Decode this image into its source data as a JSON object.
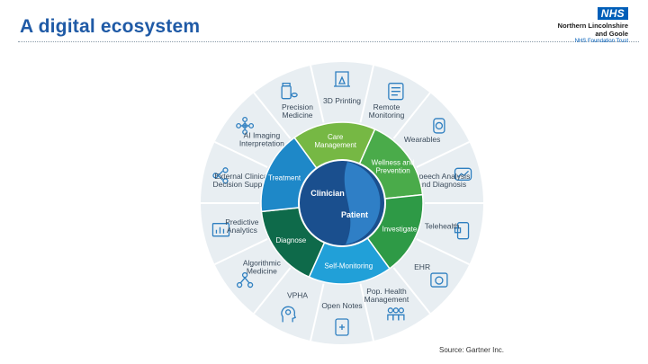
{
  "header": {
    "title": "A digital ecosystem",
    "logo_badge": "NHS",
    "logo_line1": "Northern Lincolnshire",
    "logo_line2": "and Goole",
    "logo_line3": "NHS Foundation Trust"
  },
  "wheel": {
    "outer": [
      {
        "icon": "printer-3d-icon",
        "lines": [
          "3D Printing"
        ]
      },
      {
        "icon": "remote-monitoring-icon",
        "lines": [
          "Remote",
          "Monitoring"
        ]
      },
      {
        "icon": "smartwatch-icon",
        "lines": [
          "Wearables"
        ]
      },
      {
        "icon": "speech-chart-icon",
        "lines": [
          "Speech Analysis",
          "and Diagnosis"
        ]
      },
      {
        "icon": "telehealth-icon",
        "lines": [
          "Telehealth"
        ]
      },
      {
        "icon": "ehr-icon",
        "lines": [
          "EHR"
        ]
      },
      {
        "icon": "population-icon",
        "lines": [
          "Pop. Health",
          "Management"
        ]
      },
      {
        "icon": "notes-icon",
        "lines": [
          "Open Notes"
        ]
      },
      {
        "icon": "head-gears-icon",
        "lines": [
          "VPHA"
        ]
      },
      {
        "icon": "algorithm-icon",
        "lines": [
          "Algorithmic",
          "Medicine"
        ]
      },
      {
        "icon": "analytics-icon",
        "lines": [
          "Predictive",
          "Analytics"
        ]
      },
      {
        "icon": "decision-tree-icon",
        "lines": [
          "External Clinical",
          "Decision Support"
        ]
      },
      {
        "icon": "network-icon",
        "lines": [
          "AI Imaging",
          "Interpretation"
        ]
      },
      {
        "icon": "medicine-bottle-icon",
        "lines": [
          "Precision",
          "Medicine"
        ]
      }
    ],
    "inner": [
      {
        "lines": [
          "Care",
          "Management"
        ],
        "color": "#76b844"
      },
      {
        "lines": [
          "Wellness and",
          "Prevention"
        ],
        "color": "#4aab4a"
      },
      {
        "lines": [
          "Investigate"
        ],
        "color": "#2e9a46"
      },
      {
        "lines": [
          "Self-Monitoring"
        ],
        "color": "#21a0d8"
      },
      {
        "lines": [
          "Diagnose"
        ],
        "color": "#0e6a4a"
      },
      {
        "lines": [
          "Treatment"
        ],
        "color": "#1e88c8"
      }
    ],
    "center": {
      "clinician": "Clinician",
      "patient": "Patient",
      "clinician_color": "#1a4f8e",
      "patient_color": "#2f7fc6"
    },
    "ring_color": "#e8eef2",
    "divider_color": "#ffffff",
    "icon_color": "#2e7fc0"
  },
  "footer": {
    "source": "Source: Gartner Inc."
  }
}
